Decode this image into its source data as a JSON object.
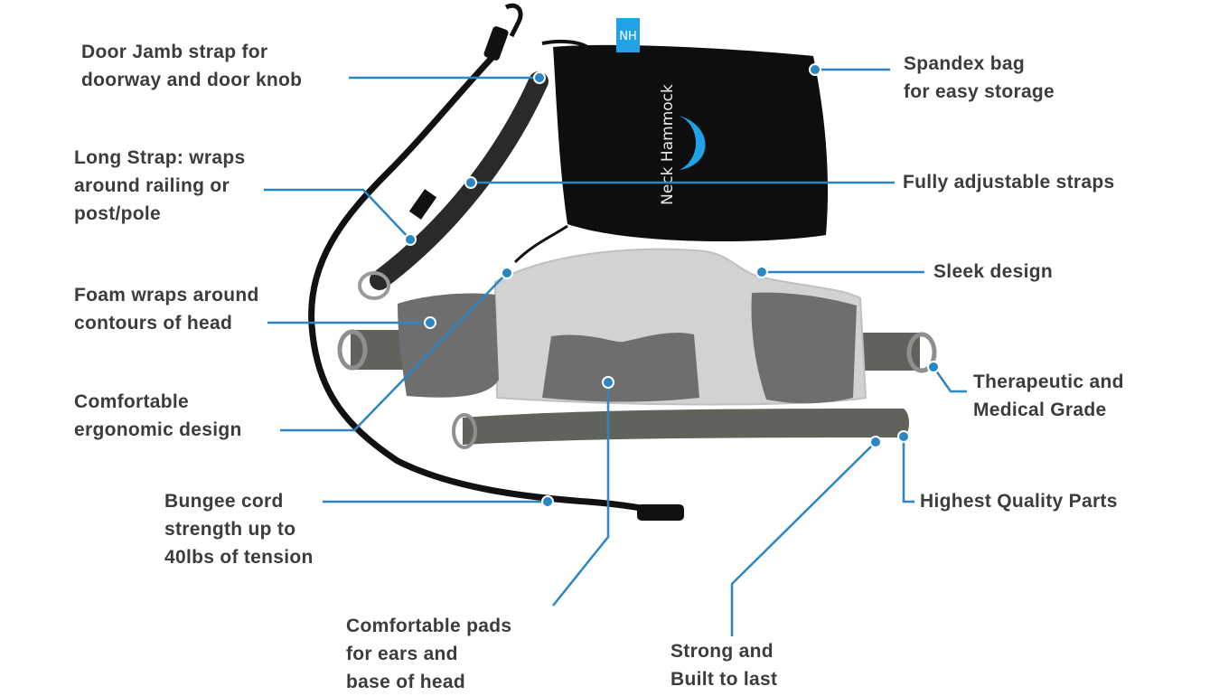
{
  "colors": {
    "leader": "#2b86c6",
    "label_text": "#3c3c3c",
    "bag": "#0e0e0e",
    "pad_dark": "#6e6e6e",
    "base_light": "#d2d2d2",
    "strap": "#5f635c",
    "accent_blue": "#1fa3e6"
  },
  "bag": {
    "brand_text": "Neck Hammock",
    "tag_text": "NH"
  },
  "callouts": [
    {
      "id": "door-jamb-strap",
      "lines": [
        "Door Jamb strap for",
        "doorway and door knob"
      ]
    },
    {
      "id": "long-strap",
      "lines": [
        "Long Strap: wraps",
        "around railing or",
        "post/pole"
      ]
    },
    {
      "id": "foam-wraps",
      "lines": [
        "Foam wraps around",
        "contours of head"
      ]
    },
    {
      "id": "ergonomic-design",
      "lines": [
        "Comfortable",
        "ergonomic design"
      ]
    },
    {
      "id": "bungee-cord",
      "lines": [
        "Bungee cord",
        "strength up to",
        "40lbs of tension"
      ]
    },
    {
      "id": "comfortable-pads",
      "lines": [
        "Comfortable pads",
        "for ears and",
        "base of head"
      ]
    },
    {
      "id": "strong-built",
      "lines": [
        "Strong and",
        "Built to last"
      ]
    },
    {
      "id": "spandex-bag",
      "lines": [
        "Spandex bag",
        "for easy storage"
      ]
    },
    {
      "id": "adjustable-straps",
      "lines": [
        "Fully adjustable straps"
      ]
    },
    {
      "id": "sleek-design",
      "lines": [
        "Sleek design"
      ]
    },
    {
      "id": "therapeutic-grade",
      "lines": [
        "Therapeutic and",
        "Medical Grade"
      ]
    },
    {
      "id": "quality-parts",
      "lines": [
        "Highest Quality Parts"
      ]
    }
  ]
}
